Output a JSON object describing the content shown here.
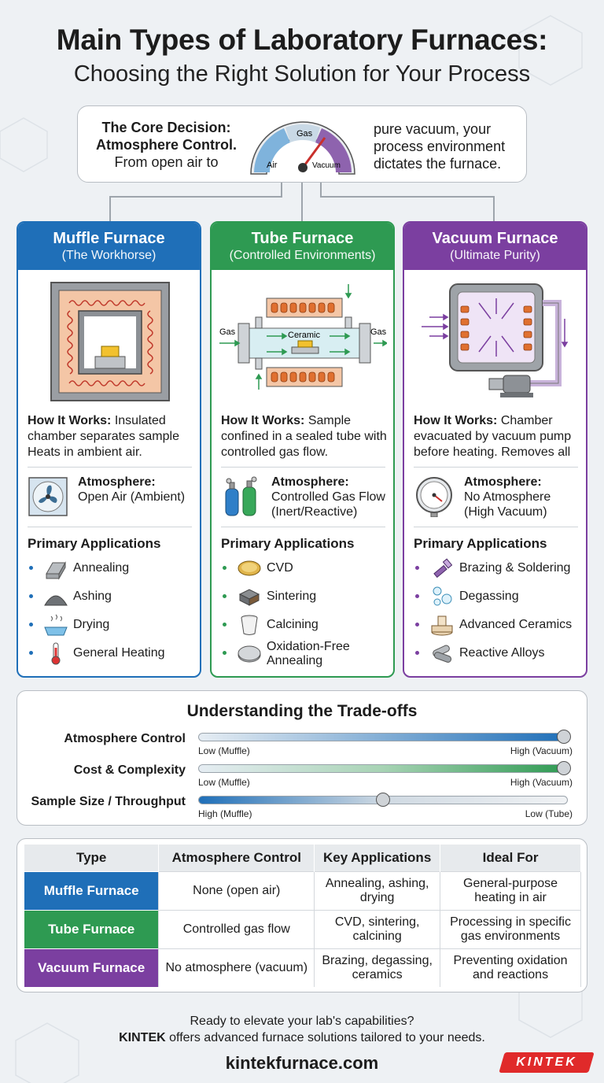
{
  "header": {
    "title": "Main Types of Laboratory Furnaces:",
    "subtitle": "Choosing the Right Solution for Your Process"
  },
  "core": {
    "title_line1": "The Core Decision:",
    "title_line2": "Atmosphere Control.",
    "text_left": "From open air to",
    "text_right": "pure vacuum, your process environment dictates the furnace.",
    "gauge_air": "Air",
    "gauge_gas": "Gas",
    "gauge_vacuum": "Vacuum"
  },
  "cards": {
    "muffle": {
      "name": "Muffle Furnace",
      "sub": "(The Workhorse)",
      "how_label": "How It Works:",
      "how_text": " Insulated chamber separates sample Heats in ambient air.",
      "atm_label": "Atmosphere:",
      "atm_value": "Open Air (Ambient)",
      "apps_title": "Primary Applications",
      "apps": [
        "Annealing",
        "Ashing",
        "Drying",
        "General Heating"
      ]
    },
    "tube": {
      "name": "Tube Furnace",
      "sub": "(Controlled Environments)",
      "gas_in": "Gas",
      "gas_out": "Gas",
      "ceramic": "Ceramic",
      "how_label": "How It Works:",
      "how_text": " Sample confined in a sealed tube with controlled gas flow.",
      "atm_label": "Atmosphere:",
      "atm_value": "Controlled Gas Flow (Inert/Reactive)",
      "apps_title": "Primary Applications",
      "apps": [
        "CVD",
        "Sintering",
        "Calcining",
        "Oxidation-Free Annealing"
      ]
    },
    "vacuum": {
      "name": "Vacuum Furnace",
      "sub": "(Ultimate Purity)",
      "how_label": "How It Works:",
      "how_text": " Chamber evacuated by vacuum pump before heating. Removes all",
      "atm_label": "Atmosphere:",
      "atm_value": "No Atmosphere (High Vacuum)",
      "apps_title": "Primary Applications",
      "apps": [
        "Brazing & Soldering",
        "Degassing",
        "Advanced Ceramics",
        "Reactive Alloys"
      ]
    }
  },
  "tradeoffs": {
    "title": "Understanding the Trade-offs",
    "rows": [
      {
        "label": "Atmosphere Control",
        "low": "Low (Muffle)",
        "high": "High (Vacuum)",
        "level": 1.0
      },
      {
        "label": "Cost & Complexity",
        "low": "Low (Muffle)",
        "high": "High (Vacuum)",
        "level": 1.0
      },
      {
        "label": "Sample Size / Throughput",
        "low": "High (Muffle)",
        "high": "Low (Tube)",
        "level": 0.5
      }
    ]
  },
  "table": {
    "headers": [
      "Type",
      "Atmosphere Control",
      "Key Applications",
      "Ideal For"
    ],
    "rows": [
      [
        "Muffle Furnace",
        "None (open air)",
        "Annealing, ashing, drying",
        "General-purpose heating in air"
      ],
      [
        "Tube Furnace",
        "Controlled gas flow",
        "CVD, sintering, calcining",
        "Processing in specific gas environments"
      ],
      [
        "Vacuum Furnace",
        "No atmosphere (vacuum)",
        "Brazing, degassing, ceramics",
        "Preventing oxidation and reactions"
      ]
    ]
  },
  "footer": {
    "line1": "Ready to elevate your lab's capabilities?",
    "brand": "KINTEK",
    "line2": " offers advanced furnace solutions tailored to your needs.",
    "site": "kintekfurnace.com",
    "logo": "KINTEK"
  },
  "colors": {
    "muffle": "#1f6fb8",
    "tube": "#2e9a52",
    "vacuum": "#7b3fa0"
  }
}
